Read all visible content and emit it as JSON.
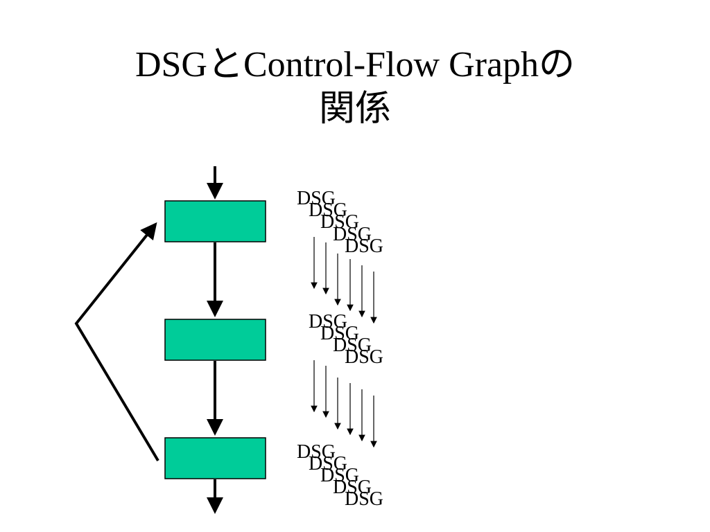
{
  "slide": {
    "title_line1": "DSGとControl-Flow Graphの",
    "title_line2": "関係"
  },
  "diagram": {
    "block_color": "#00CC99",
    "node_label": "DSG",
    "groups": [
      {
        "labels": [
          "DSG",
          "DSG",
          "DSG",
          "DSG",
          "DSG"
        ]
      },
      {
        "labels": [
          "DSG",
          "DSG",
          "DSG",
          "DSG"
        ]
      },
      {
        "labels": [
          "DSG",
          "DSG",
          "DSG",
          "DSG",
          "DSG"
        ]
      }
    ]
  }
}
